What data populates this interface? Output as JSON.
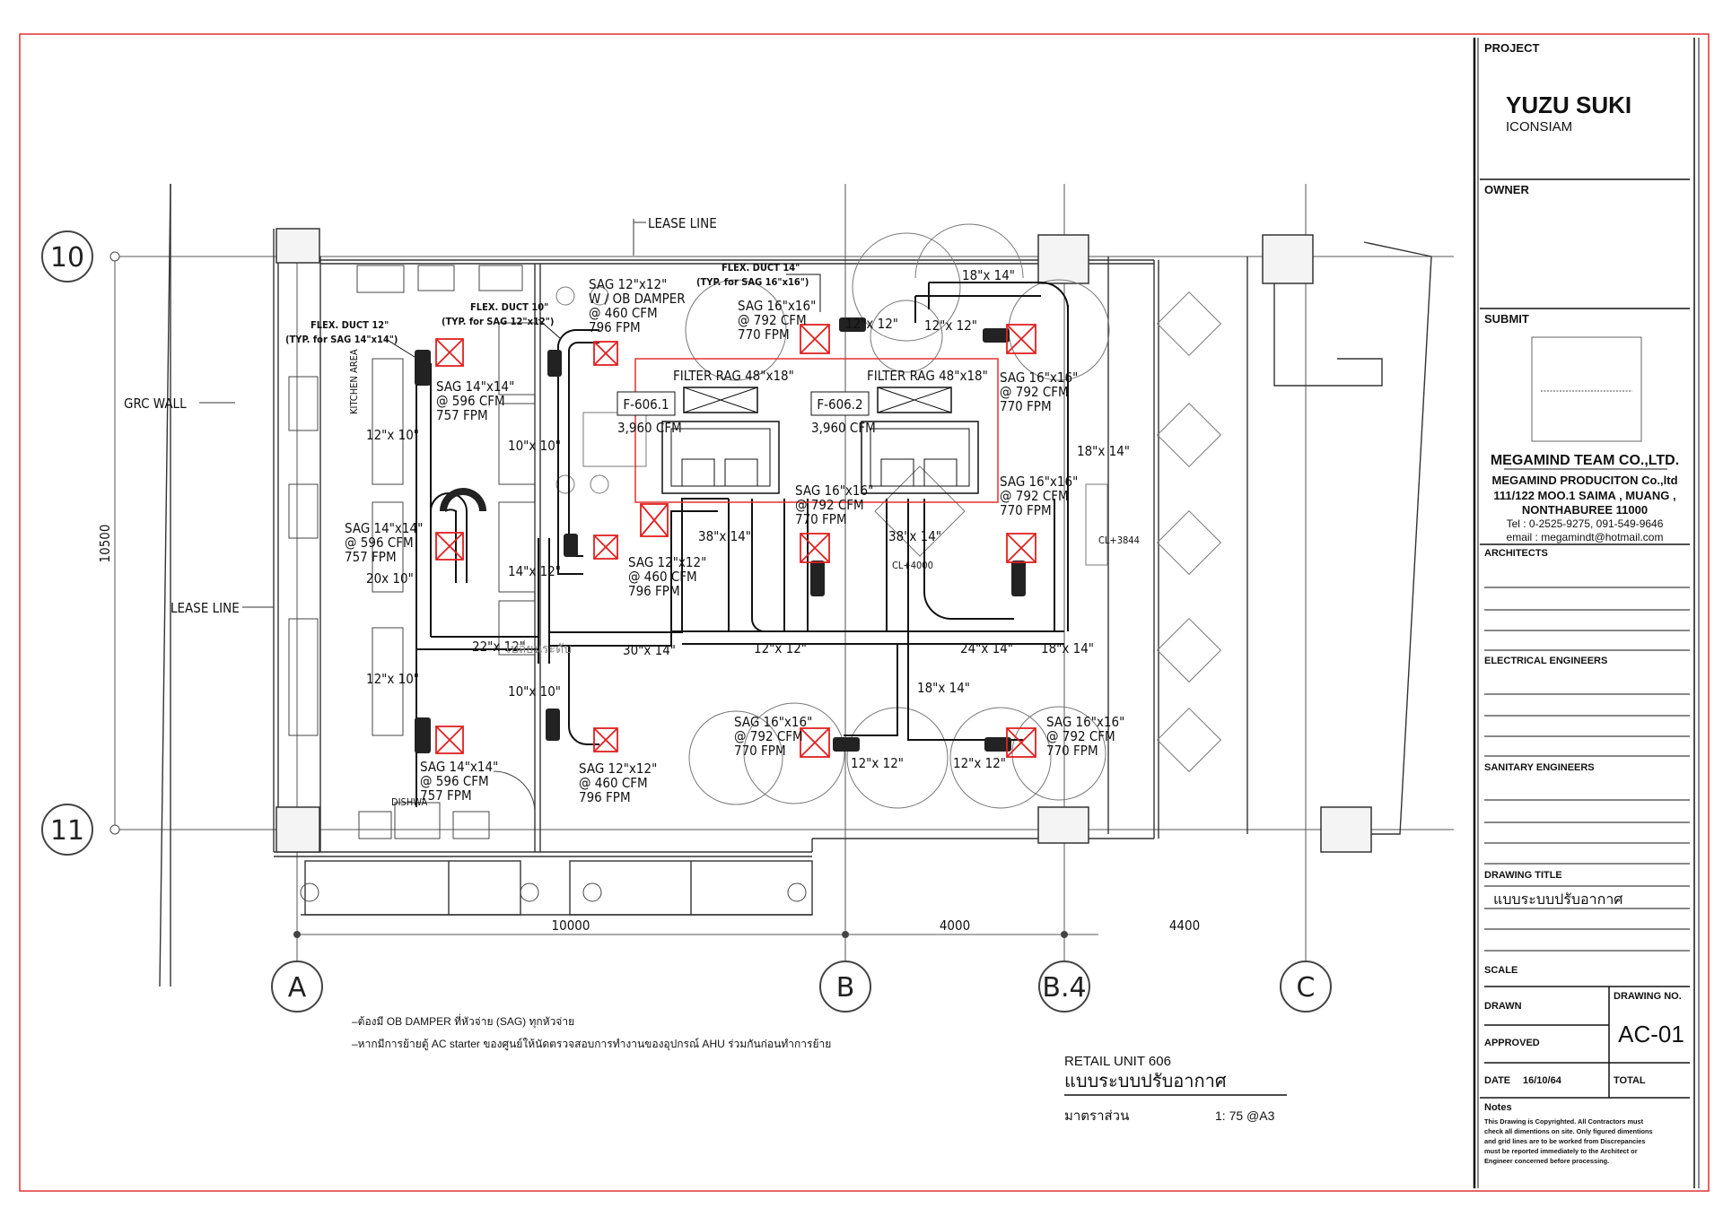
{
  "title_block": {
    "project_label": "PROJECT",
    "project_name": "YUZU SUKI",
    "project_sub": "ICONSIAM",
    "owner_label": "OWNER",
    "submit_label": "SUBMIT",
    "company_name": "MEGAMIND TEAM CO.,LTD.",
    "company_lines": [
      "MEGAMIND PRODUCITON Co.,ltd",
      "111/122 MOO.1 SAIMA , MUANG ,",
      "NONTHABUREE 11000",
      "Tel : 0-2525-9275, 091-549-9646",
      "email : megamindt@hotmail.com"
    ],
    "architects_label": "ARCHITECTS",
    "electrical_label": "ELECTRICAL ENGINEERS",
    "sanitary_label": "SANITARY ENGINEERS",
    "drawing_title_label": "DRAWING TITLE",
    "drawing_title": "แบบระบบปรับอากาศ",
    "scale_label": "SCALE",
    "drawn_label": "DRAWN",
    "drawing_no_label": "DRAWING NO.",
    "drawing_no": "AC-01",
    "approved_label": "APPROVED",
    "date_label": "DATE",
    "date_value": "16/10/64",
    "total_label": "TOTAL",
    "notes_label": "Notes",
    "notes_lines": [
      "This Drawing is Copyrighted. All Contractors must",
      "check all dimentions on site. Only figured dimentions",
      "and grid lines are to be worked from Discrepancies",
      "must be reported immediately to the Architect or",
      "Engineer concerned before processing."
    ]
  },
  "sheet_caption": {
    "unit": "RETAIL UNIT 606",
    "title": "แบบระบบปรับอากาศ",
    "scale_label": "มาตราส่วน",
    "scale_value": "1: 75 @A3"
  },
  "general_notes": [
    "–ต้องมี OB DAMPER ที่หัวจ่าย (SAG) ทุกหัวจ่าย",
    "–หากมีการย้ายตู้ AC starter ของศูนย์ให้นัดตรวจสอบการทำงานของอุปกรณ์ AHU ร่วมกันก่อนทำการย้าย"
  ],
  "grid": {
    "rows": [
      "10",
      "11"
    ],
    "cols": [
      "A",
      "B",
      "B.4",
      "C"
    ],
    "dims_horizontal": [
      "10000",
      "4000",
      "4400"
    ],
    "dim_vertical": "10500"
  },
  "plan_labels": {
    "lease_line_top": "LEASE LINE",
    "lease_line_left": "LEASE LINE",
    "grc_wall": "GRC WALL",
    "kitchen_area": "KITCHEN AREA",
    "dishwash": "DISHWA",
    "cl_4000": "CL+4000",
    "cl_3844": "CL+3844",
    "ahu_1_tag": "F-606.1",
    "ahu_1_cfm": "3,960 CFM",
    "ahu_2_tag": "F-606.2",
    "ahu_2_cfm": "3,960 CFM",
    "filter_1": "FILTER RAG 48\"x18\"",
    "filter_2": "FILTER RAG 48\"x18\"",
    "step_note": "เปลี่ยนระดับ",
    "flex_12": [
      "FLEX. DUCT 12\"",
      "(TYP. for SAG 14\"x14\")"
    ],
    "flex_10": [
      "FLEX. DUCT 10\"",
      "(TYP. for SAG 12\"x12\")"
    ],
    "flex_14": [
      "FLEX. DUCT 14\"",
      "(TYP. for SAG 16\"x16\")"
    ]
  },
  "diffusers": [
    {
      "id": "sag-k1",
      "lines": [
        "SAG 14\"x14\"",
        "@ 596 CFM",
        "757 FPM"
      ]
    },
    {
      "id": "sag-k2",
      "lines": [
        "SAG 14\"x14\"",
        "@ 596 CFM",
        "757 FPM"
      ]
    },
    {
      "id": "sag-k3",
      "lines": [
        "SAG 14\"x14\"",
        "@ 596 CFM",
        "757 FPM"
      ]
    },
    {
      "id": "sag-m1",
      "lines": [
        "SAG 12\"x12\"",
        "W / OB DAMPER",
        "@ 460 CFM",
        "796 FPM"
      ]
    },
    {
      "id": "sag-m2",
      "lines": [
        "SAG 12\"x12\"",
        "@ 460 CFM",
        "796 FPM"
      ]
    },
    {
      "id": "sag-m3",
      "lines": [
        "SAG 12\"x12\"",
        "@ 460 CFM",
        "796 FPM"
      ]
    },
    {
      "id": "sag-d1",
      "lines": [
        "SAG 16\"x16\"",
        "@ 792 CFM",
        "770 FPM"
      ]
    },
    {
      "id": "sag-d2",
      "lines": [
        "SAG 16\"x16\"",
        "@ 792 CFM",
        "770 FPM"
      ]
    },
    {
      "id": "sag-d3",
      "lines": [
        "SAG 16\"x16\"",
        "@ 792 CFM",
        "770 FPM"
      ]
    },
    {
      "id": "sag-d4",
      "lines": [
        "SAG 16\"x16\"",
        "@ 792 CFM",
        "770 FPM"
      ]
    },
    {
      "id": "sag-d5",
      "lines": [
        "SAG 16\"x16\"",
        "@ 792 CFM",
        "770 FPM"
      ]
    },
    {
      "id": "sag-d6",
      "lines": [
        "SAG 16\"x16\"",
        "@ 792 CFM",
        "770 FPM"
      ]
    }
  ],
  "duct_sizes": {
    "d_12x10_a": "12\"x 10\"",
    "d_12x10_b": "12\"x 10\"",
    "d_20x10": "20x 10\"",
    "d_10x10_a": "10\"x 10\"",
    "d_10x10_b": "10\"x 10\"",
    "d_14x12": "14\"x 12\"",
    "d_22x12": "22\"x 12\"",
    "d_30x14": "30\"x 14\"",
    "d_38x14_a": "38\"x 14\"",
    "d_38x14_b": "38\"x 14\"",
    "d_12x12_a": "12\"x 12\"",
    "d_12x12_b": "12\"x 12\"",
    "d_12x12_c": "12\"x 12\"",
    "d_12x12_d": "12\"x 12\"",
    "d_12x12_e": "12\"x 12\"",
    "d_18x14_a": "18\"x 14\"",
    "d_18x14_b": "18\"x 14\"",
    "d_18x14_c": "18\"x 14\"",
    "d_18x14_d": "18\"x 14\"",
    "d_24x14": "24\"x 14\""
  },
  "colors": {
    "frame_red": "#e03030",
    "diffuser_red": "#e02020",
    "line": "#222222",
    "light": "#888888"
  }
}
